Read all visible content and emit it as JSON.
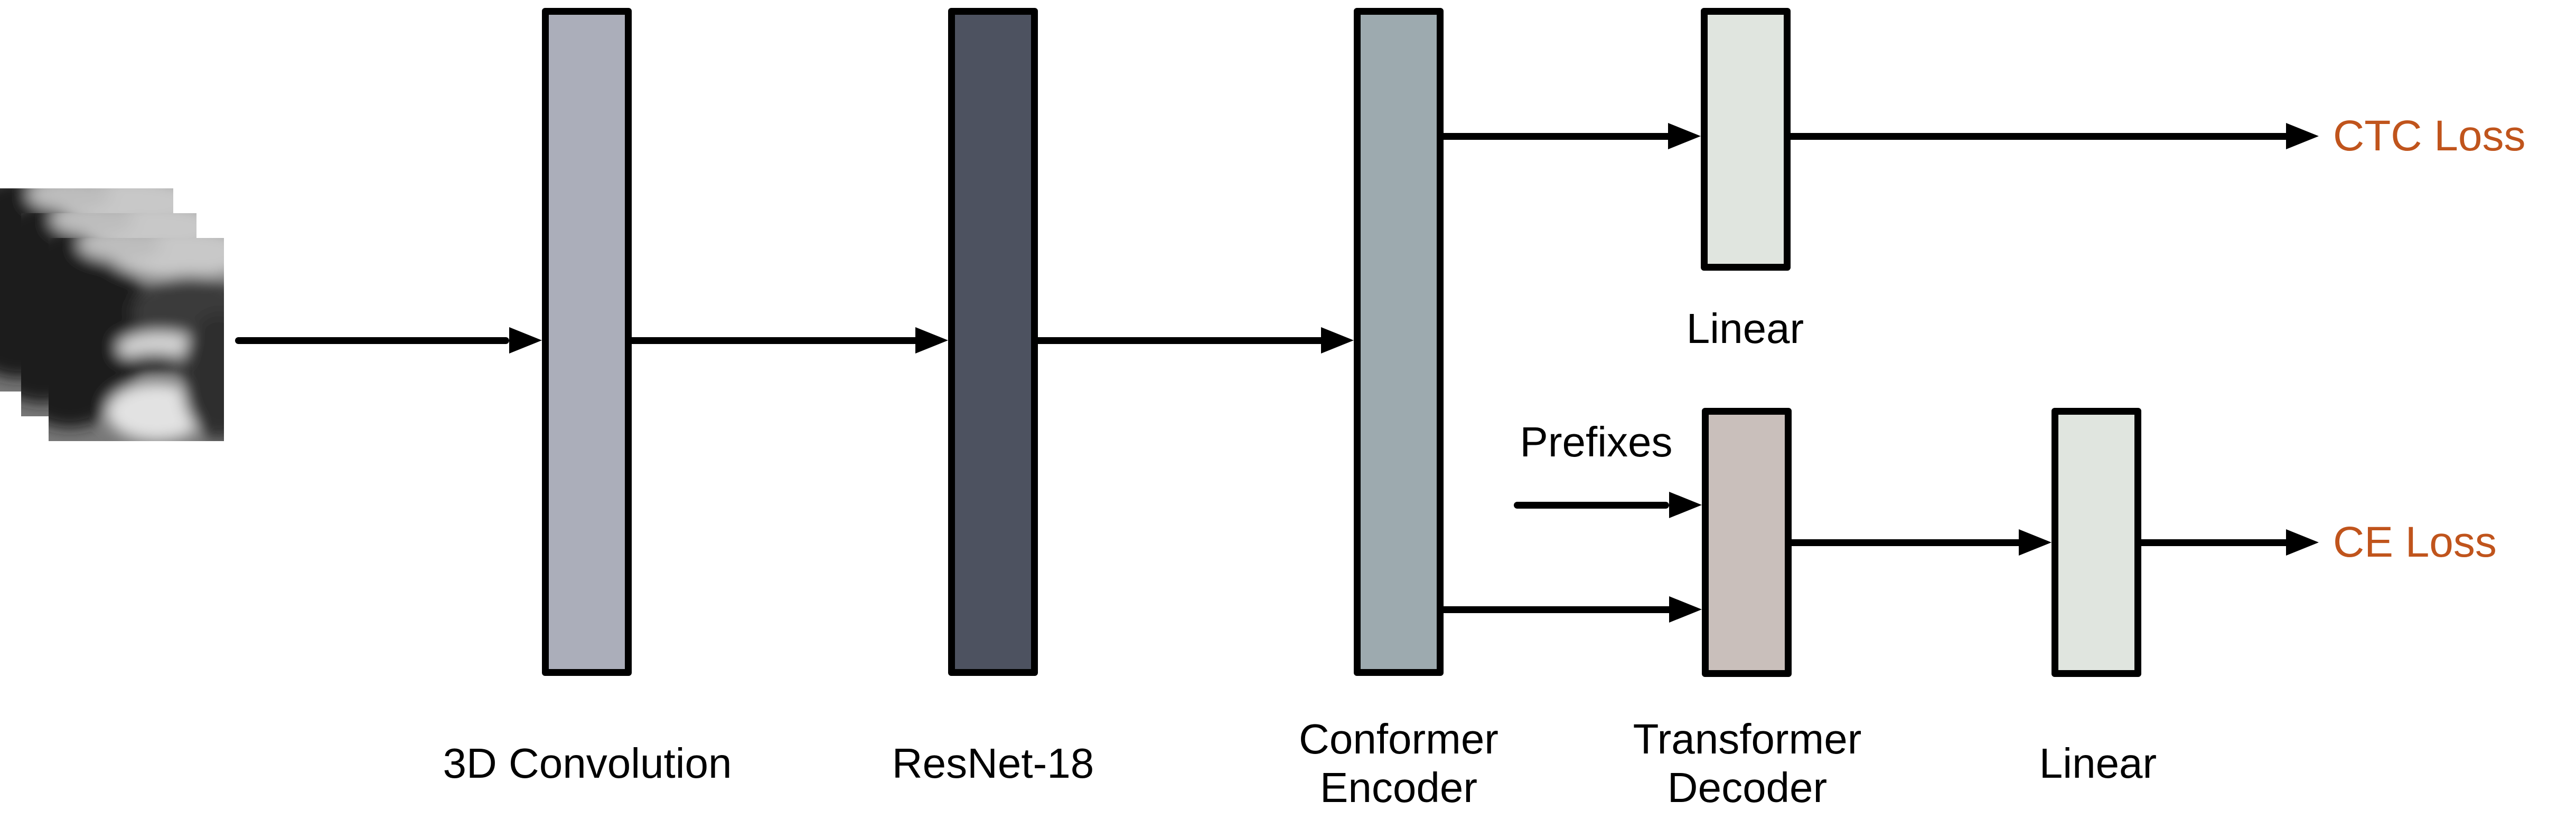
{
  "figure": {
    "background": "#ffffff",
    "input": {
      "description": "stack of grayscale mouth-region video frames",
      "frame_count": 3
    },
    "blocks": {
      "conv3d": {
        "label": "3D Convolution",
        "fill": "#abaeba"
      },
      "resnet": {
        "label": "ResNet-18",
        "fill": "#4d5260"
      },
      "conformer": {
        "label": "Conformer Encoder",
        "line1": "Conformer",
        "line2": "Encoder",
        "fill": "#9daaaf"
      },
      "linear_top": {
        "label": "Linear",
        "fill": "#e0e5df"
      },
      "decoder": {
        "label": "Transformer Decoder",
        "line1": "Transformer",
        "line2": "Decoder",
        "fill": "#c9bfbb"
      },
      "linear_bottom": {
        "label": "Linear",
        "fill": "#e0e5df"
      }
    },
    "annotations": {
      "prefixes": "Prefixes",
      "ctc_loss": "CTC Loss",
      "ce_loss": "CE Loss"
    },
    "colors": {
      "loss_text": "#c0541c",
      "outline": "#000000"
    }
  }
}
